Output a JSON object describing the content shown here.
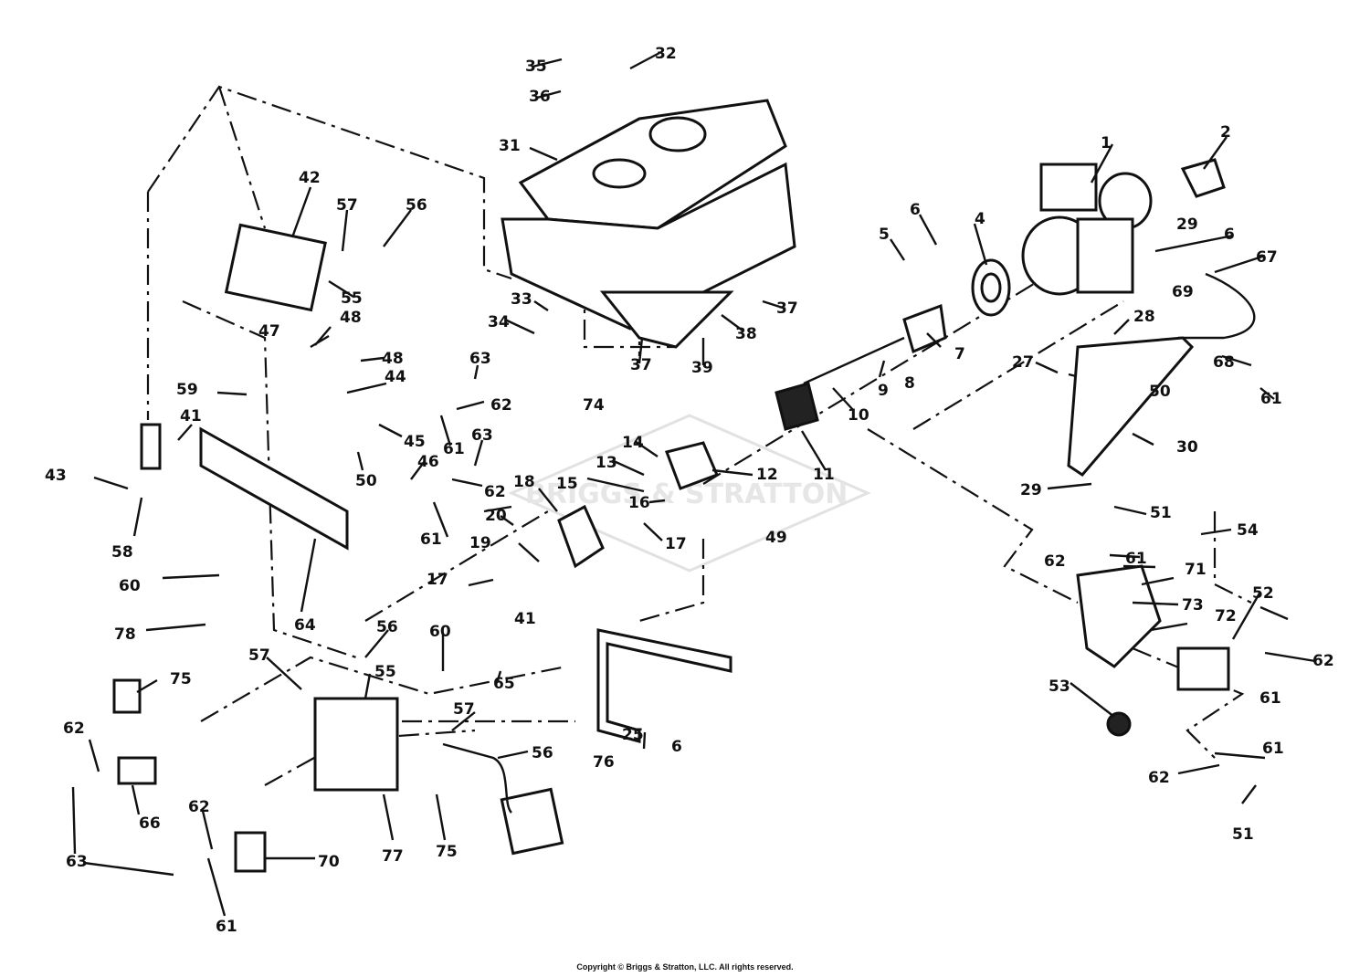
{
  "watermark": "BRIGGS & STRATTON",
  "copyright": "Copyright © Briggs & Stratton, LLC. All rights reserved.",
  "callouts": [
    "1",
    "2",
    "4",
    "5",
    "6",
    "6",
    "6",
    "7",
    "8",
    "9",
    "10",
    "11",
    "12",
    "13",
    "14",
    "15",
    "16",
    "17",
    "17",
    "18",
    "19",
    "20",
    "25",
    "27",
    "28",
    "29",
    "29",
    "30",
    "31",
    "32",
    "33",
    "34",
    "35",
    "36",
    "37",
    "37",
    "38",
    "39",
    "41",
    "41",
    "42",
    "43",
    "44",
    "45",
    "46",
    "47",
    "48",
    "48",
    "49",
    "50",
    "50",
    "51",
    "51",
    "52",
    "53",
    "54",
    "55",
    "55",
    "56",
    "56",
    "56",
    "57",
    "57",
    "57",
    "58",
    "59",
    "60",
    "60",
    "61",
    "61",
    "61",
    "61",
    "61",
    "61",
    "61",
    "62",
    "62",
    "62",
    "62",
    "62",
    "62",
    "62",
    "63",
    "63",
    "63",
    "64",
    "65",
    "66",
    "67",
    "68",
    "69",
    "70",
    "71",
    "72",
    "73",
    "74",
    "75",
    "75",
    "76",
    "77",
    "78"
  ]
}
